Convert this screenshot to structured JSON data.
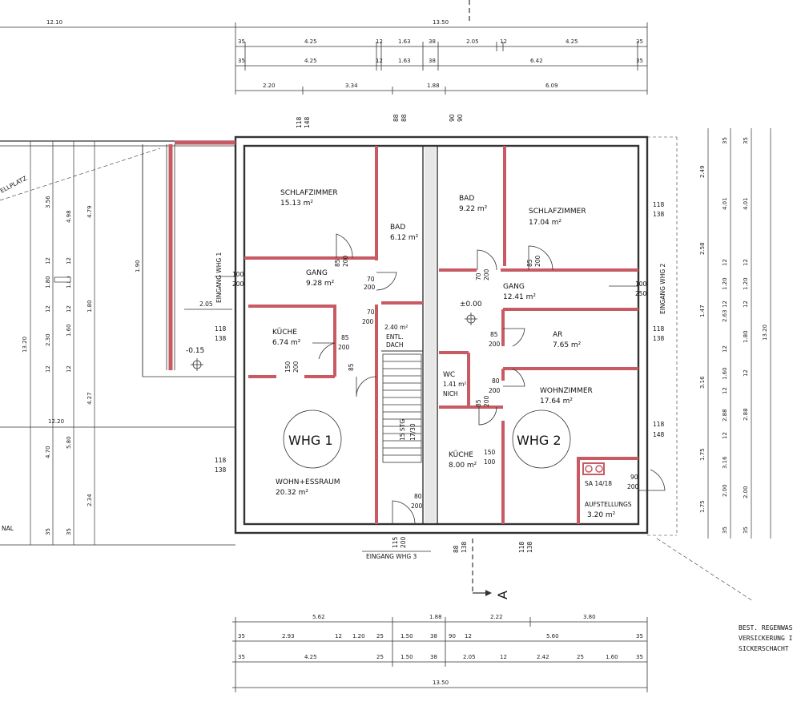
{
  "top_dims": {
    "row0": [
      "12.10",
      "13.50"
    ],
    "row1": [
      "35",
      "4.25",
      "12",
      "1.63",
      "38",
      "2.05",
      "12",
      "4.25",
      "35"
    ],
    "row2": [
      "35",
      "4.25",
      "12",
      "1.63",
      "38",
      "6.42",
      "35"
    ],
    "row3": [
      "2.20",
      "3.34",
      "1.88",
      "6.09"
    ]
  },
  "bottom_dims": {
    "row1": [
      "5.62",
      "1.88",
      "2.22",
      "3.80"
    ],
    "row2": [
      "35",
      "2.93",
      "12",
      "1.20",
      "25",
      "1.50",
      "38",
      "90",
      "12",
      "5.60",
      "35"
    ],
    "row3": [
      "35",
      "4.25",
      "25",
      "1.50",
      "38",
      "2.05",
      "12",
      "2.42",
      "25",
      "1.60",
      "35"
    ],
    "row4": [
      "13.50"
    ]
  },
  "right_dims": {
    "col1": [
      "2.49",
      "2.58",
      "1.47",
      "3.16",
      "1.75",
      "1.75"
    ],
    "col2": [
      "35",
      "4.01",
      "12",
      "1.20",
      "12",
      "2.63",
      "12",
      "1.60",
      "12",
      "2.88",
      "12",
      "3.16",
      "2.00",
      "35"
    ],
    "col3": [
      "35",
      "4.01",
      "12",
      "1.20",
      "12",
      "1.80",
      "12",
      "2.88",
      "2.00",
      "35"
    ],
    "col4": [
      "13.20"
    ]
  },
  "left_dims": {
    "col_a": [
      "13.20"
    ],
    "col_b": [
      "3.56",
      "12",
      "1.80",
      "12",
      "2.30",
      "12",
      "4.70",
      "35"
    ],
    "col_c": [
      "4.98",
      "12",
      "1.80",
      "12",
      "1.60",
      "12",
      "5.80",
      "35"
    ],
    "col_d": [
      "4.79",
      "1.80",
      "4.27",
      "2.34"
    ],
    "col_e": [
      "1.90"
    ],
    "mark": "12.20"
  },
  "rooms": {
    "schlafzimmer1": {
      "name": "SCHLAFZIMMER",
      "area": "15.13 m²"
    },
    "bad1": {
      "name": "BAD",
      "area": "6.12 m²"
    },
    "gang1": {
      "name": "GANG",
      "area": "9.28 m²"
    },
    "kueche1": {
      "name": "KÜCHE",
      "area": "6.74 m²"
    },
    "wohn1": {
      "name": "WOHN+ESSRAUM",
      "area": "20.32 m²"
    },
    "bad2": {
      "name": "BAD",
      "area": "9.22 m²"
    },
    "schlafzimmer2": {
      "name": "SCHLAFZIMMER",
      "area": "17.04 m²"
    },
    "gang2": {
      "name": "GANG",
      "area": "12.41 m²"
    },
    "ar": {
      "name": "AR",
      "area": "7.65 m²"
    },
    "wohnzimmer2": {
      "name": "WOHNZIMMER",
      "area": "17.64 m²"
    },
    "kueche2": {
      "name": "KÜCHE",
      "area": "8.00 m²"
    },
    "wc": {
      "name": "WC"
    },
    "wc_area": "1.41 m²",
    "wc_note": "NICH",
    "aufstellung": {
      "name": "AUFSTELLUNGS",
      "area": "3.20 m²"
    },
    "sa": "SA 14/18",
    "stair_area": "2.40 m²",
    "stair_label1": "ENTL.",
    "stair_label2": "DACH",
    "stair_count": "15 STG",
    "stair_size": "17/30",
    "tag_70": "70",
    "tag_200": "200"
  },
  "units": {
    "whg1": "WHG 1",
    "whg2": "WHG 2"
  },
  "levels": {
    "l0": "±0.00",
    "l1": "-0.15"
  },
  "entrances": {
    "e1": "EINGANG WHG 1",
    "e2": "EINGANG WHG 2",
    "e3": "EINGANG WHG 3"
  },
  "openings": {
    "o118": "118",
    "o138": "138",
    "o148": "148",
    "o88": "88",
    "o90": "90",
    "o100": "100",
    "o200": "200",
    "o250": "250",
    "o205": "2.05",
    "o70": "70",
    "o85": "85",
    "o80": "80",
    "o150": "150",
    "o115": "115",
    "o1000": "100"
  },
  "carport": "ELLPLATZ",
  "kanal": "NAL",
  "section": "A",
  "note": {
    "line1": "BEST. REGENWAS",
    "line2": "VERSICKERUNG I",
    "line3": "SICKERSCHACHT"
  }
}
